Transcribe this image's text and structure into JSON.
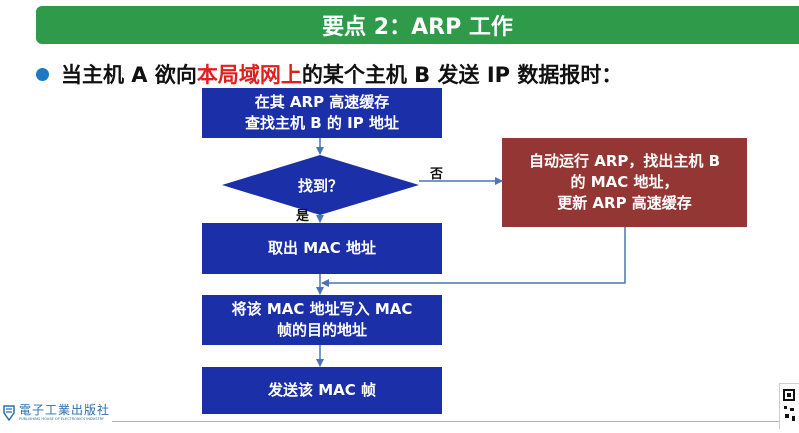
{
  "title": "要点 2：ARP 工作",
  "bullet": {
    "before": "当主机 A 欲向",
    "highlight": "本局域网上",
    "after": "的某个主机 B 发送 IP 数据报时："
  },
  "flow": {
    "box1": {
      "line1": "在其 ARP 高速缓存",
      "line2": "查找主机 B 的 IP 地址"
    },
    "decision": "找到？",
    "no_label": "否",
    "yes_label": "是",
    "box_red": {
      "line1": "自动运行 ARP，找出主机 B",
      "line2": "的 MAC 地址，",
      "line3": "更新 ARP 高速缓存"
    },
    "box2": "取出 MAC 地址",
    "box3": {
      "line1": "将该 MAC 地址写入 MAC",
      "line2": "帧的目的地址"
    },
    "box4": "发送该 MAC 帧"
  },
  "footer": {
    "logo_cn": "電子工業出版社",
    "logo_en": "PUBLISHING HOUSE OF ELECTRONICS INDUSTRY"
  },
  "colors": {
    "title_bar": "#2f9a4a",
    "box_blue": "#1a2fa8",
    "box_red": "#943634",
    "highlight": "#e0201e",
    "arrow": "#4a74b8",
    "bullet": "#1d79c4"
  }
}
